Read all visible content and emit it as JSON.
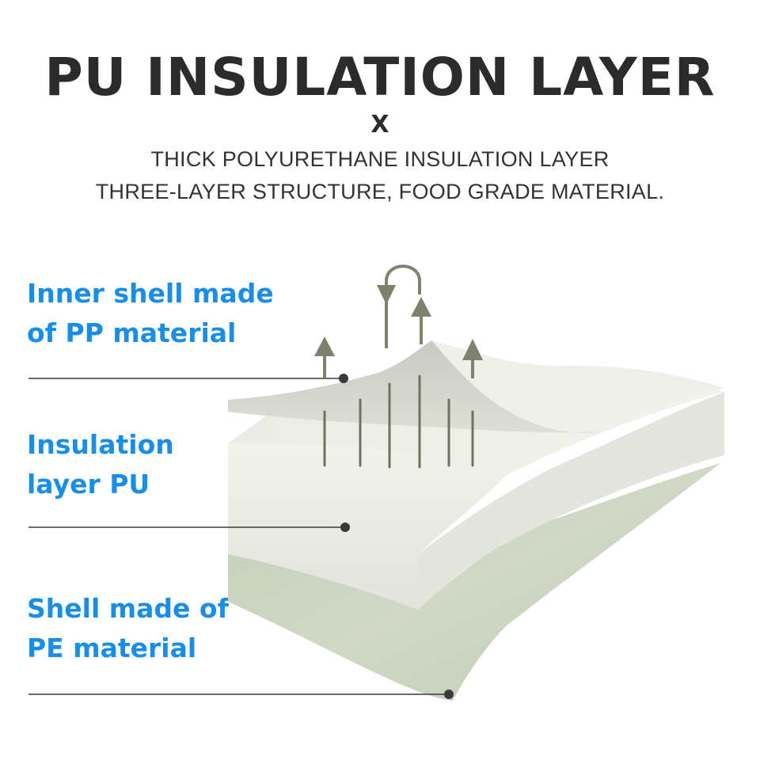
{
  "header": {
    "title": "PU INSULATION LAYER",
    "cross": "X",
    "subtitle_line1": "THICK POLYURETHANE INSULATION LAYER",
    "subtitle_line2": "THREE-LAYER STRUCTURE, FOOD GRADE MATERIAL."
  },
  "labels": [
    {
      "line1": "Inner shell made",
      "line2": "of PP material"
    },
    {
      "line1": "Insulation",
      "line2": "layer PU"
    },
    {
      "line1": "Shell made of",
      "line2": "PE material"
    }
  ],
  "colors": {
    "title": "#2b2b2b",
    "label_blue": "#1a8ee6",
    "arrow": "#7d836c",
    "leader": "#3a3a3a",
    "inner_sheet": "#d3d5cc",
    "insulation": "#ecede6",
    "outer_shell": "#c9d3bf"
  },
  "icons": [
    "up-arrow-icon",
    "loop-arrow-icon",
    "leader-dot-icon"
  ]
}
